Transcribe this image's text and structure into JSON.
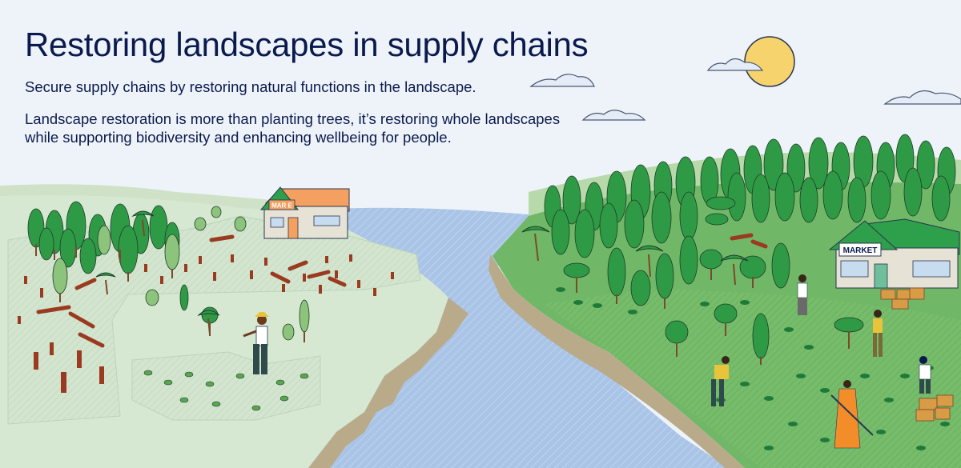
{
  "header": {
    "title": "Restoring landscapes in supply chains",
    "subtitle": "Secure supply chains by restoring natural functions in the landscape.",
    "body": "Landscape restoration is more than planting trees, it’s restoring whole landscapes while supporting biodiversity and enhancing wellbeing for people."
  },
  "scene": {
    "left_market_sign": "MAR E",
    "right_market_sign": "MARKET"
  },
  "colors": {
    "title": "#0b1a4d",
    "sky": "#eef3fa",
    "river": "#a9c4e6",
    "river_bank": "#b9ab8a",
    "degraded_land": "#d6e8d2",
    "restored_land": "#70b867",
    "tree_dark": "#2f9a45",
    "tree_light": "#8cc47c",
    "stump": "#9a3b21",
    "sun": "#f7d36e",
    "market_roof": "#2e9f4a",
    "market_roof_left": "#f4a060"
  }
}
